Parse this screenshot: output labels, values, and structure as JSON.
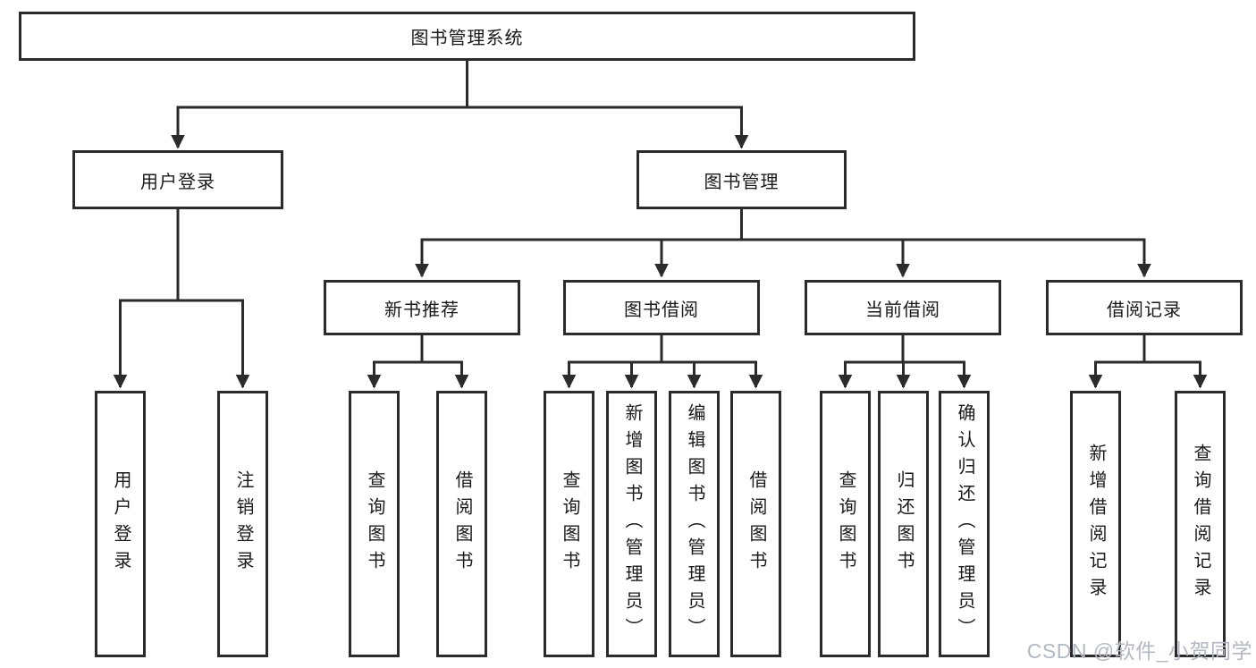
{
  "tree": {
    "root": "图书管理系统",
    "branches": [
      {
        "label": "用户登录",
        "children": [
          "用户登录",
          "注销登录"
        ]
      },
      {
        "label": "图书管理",
        "groups": [
          {
            "label": "新书推荐",
            "children": [
              "查询图书",
              "借阅图书"
            ]
          },
          {
            "label": "图书借阅",
            "children": [
              "查询图书",
              "新增图书（管理员）",
              "编辑图书（管理员）",
              "借阅图书"
            ]
          },
          {
            "label": "当前借阅",
            "children": [
              "查询图书",
              "归还图书",
              "确认归还（管理员）"
            ]
          },
          {
            "label": "借阅记录",
            "children": [
              "新增借阅记录",
              "查询借阅记录"
            ]
          }
        ]
      }
    ]
  },
  "watermark": "CSDN @软件_小贺同学",
  "colors": {
    "line": "#2b2b2b",
    "text": "#1a1a1a",
    "background": "#ffffff",
    "watermark": "#b3b8c2"
  }
}
